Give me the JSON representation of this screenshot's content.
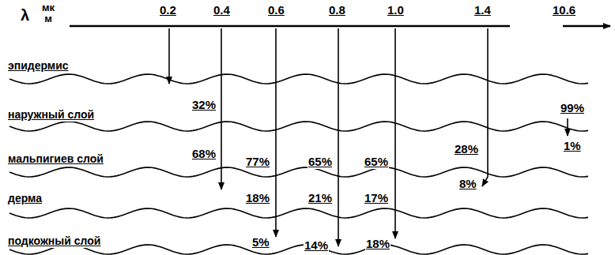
{
  "diagram": {
    "labels": [
      "λ",
      "мк м",
      "0.2",
      "0.4",
      "0.6",
      "0.8",
      "1.0",
      "1.4",
      "10.6",
      "эпидермис",
      "наружный слой",
      "32%",
      "99%",
      "мальпигиев слой",
      "68%",
      "77%",
      "65%",
      "65%",
      "28%",
      "1%",
      "дерма",
      "18%",
      "21%",
      "17%",
      "8%",
      "подкожный слой",
      "5%",
      "14%",
      "18%"
    ]
  }
}
